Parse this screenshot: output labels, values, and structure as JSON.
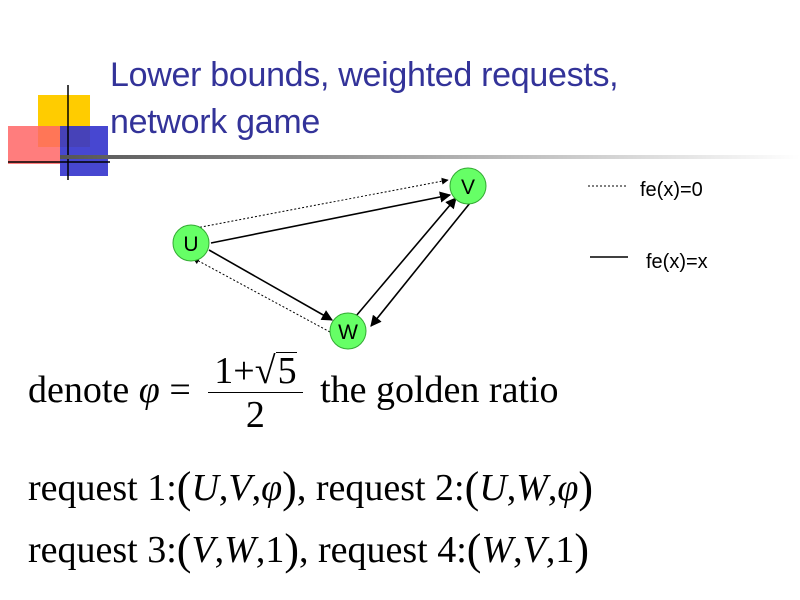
{
  "slide": {
    "title_line1": "Lower bounds, weighted requests,",
    "title_line2": "network game"
  },
  "diagram": {
    "nodes": [
      {
        "id": "U",
        "label": "U"
      },
      {
        "id": "V",
        "label": "V"
      },
      {
        "id": "W",
        "label": "W"
      }
    ],
    "node_color": "#66ff66",
    "legend": [
      {
        "style": "dotted",
        "label": "fe(x)=0"
      },
      {
        "style": "solid",
        "label": "fe(x)=x"
      }
    ]
  },
  "formula": {
    "denote_word": "denote",
    "phi": "φ",
    "equals": "=",
    "numerator_left": "1+",
    "sqrt_sign": "√",
    "sqrt_arg": "5",
    "denominator": "2",
    "tail": "the golden ratio"
  },
  "requests": [
    {
      "label": "request 1",
      "colon": ":",
      "args": [
        "U",
        "V",
        "φ"
      ]
    },
    {
      "label": "request 2",
      "colon": ":",
      "args": [
        "U",
        "W",
        "φ"
      ]
    },
    {
      "label": "request 3",
      "colon": ":",
      "args": [
        "V",
        "W",
        "1"
      ]
    },
    {
      "label": "request 4",
      "colon": ":",
      "args": [
        "W",
        "V",
        "1"
      ]
    }
  ]
}
